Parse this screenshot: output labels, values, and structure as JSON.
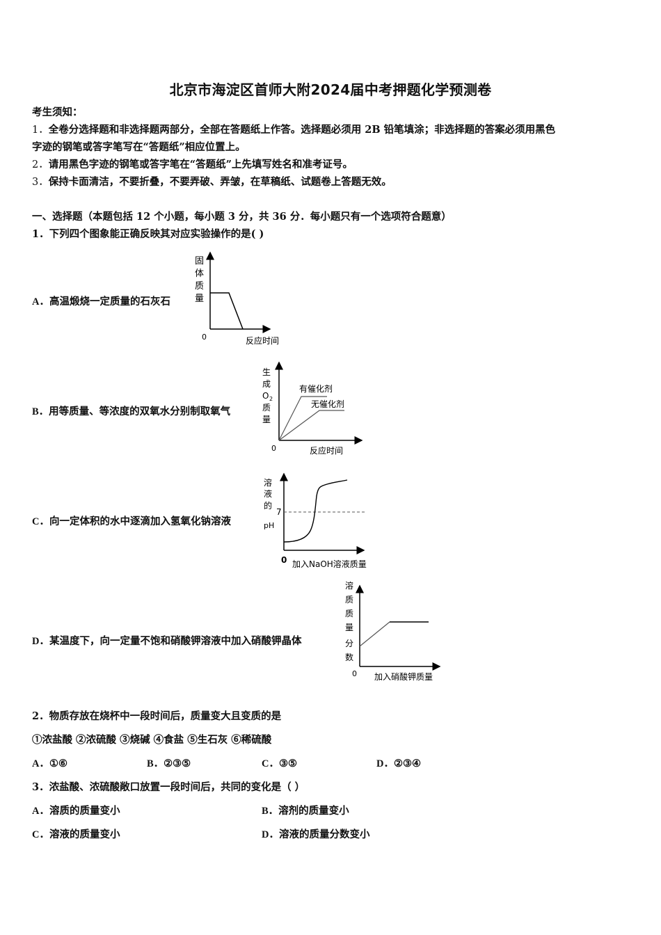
{
  "title": "北京市海淀区首师大附2024届中考押题化学预测卷",
  "notice": {
    "heading": "考生须知：",
    "items": [
      {
        "num": "1．",
        "text_line1": "全卷分选择题和非选择题两部分，全部在答题纸上作答。选择题必须用 2B 铅笔填涂；非选择题的答案必须用黑色",
        "text_line2": "字迹的钢笔或答字笔写在“答题纸”相应位置上。"
      },
      {
        "num": "2．",
        "text_line1": "请用黑色字迹的钢笔或答字笔在“答题纸”上先填写姓名和准考证号。"
      },
      {
        "num": "3．",
        "text_line1": "保持卡面清洁，不要折叠，不要弄破、弄皱，在草稿纸、试题卷上答题无效。"
      }
    ]
  },
  "section1": {
    "heading": "一、选择题（本题包括 12 个小题，每小题 3 分，共 36 分．每小题只有一个选项符合题意）"
  },
  "q1": {
    "stem": "1．下列四个图象能正确反映其对应实验操作的是( )",
    "options": [
      {
        "label": "A．",
        "text": "高温煅烧一定质量的石灰石"
      },
      {
        "label": "B．",
        "text": "用等质量、等浓度的双氧水分别制取氧气"
      },
      {
        "label": "C．",
        "text": "向一定体积的水中逐滴加入氢氧化钠溶液"
      },
      {
        "label": "D．",
        "text": "某温度下，向一定量不饱和硝酸钾溶液中加入硝酸钾晶体"
      }
    ]
  },
  "q2": {
    "stem": "2．物质存放在烧杯中一段时间后，质量变大且变质的是",
    "substances": "①浓盐酸 ②浓硫酸 ③烧碱 ④食盐 ⑤生石灰 ⑥稀硫酸",
    "options": [
      {
        "label": "A．",
        "text": "①⑥"
      },
      {
        "label": "B．",
        "text": "②③⑤"
      },
      {
        "label": "C．",
        "text": "③⑤"
      },
      {
        "label": "D．",
        "text": "②③④"
      }
    ]
  },
  "q3": {
    "stem": "3．浓盐酸、浓硫酸敞口放置一段时间后，共同的变化是（ ）",
    "options": [
      {
        "label": "A．",
        "text": "溶质的质量变小"
      },
      {
        "label": "B．",
        "text": "溶剂的质量变小"
      },
      {
        "label": "C．",
        "text": "溶液的质量变小"
      },
      {
        "label": "D．",
        "text": "溶液的质量分数变小"
      }
    ]
  },
  "chart_data": [
    {
      "type": "line",
      "title": "A",
      "ylabel": "固体质量",
      "xlabel": "反应时间",
      "origin": "0",
      "series": [
        {
          "name": "固体质量",
          "points": [
            [
              0,
              0.6
            ],
            [
              0.3,
              0.6
            ],
            [
              0.45,
              0
            ]
          ]
        }
      ]
    },
    {
      "type": "line",
      "title": "B",
      "ylabel": "生成O₂质量",
      "xlabel": "反应时间",
      "origin": "0",
      "series": [
        {
          "name": "有催化剂",
          "points": [
            [
              0,
              0
            ],
            [
              0.3,
              0.65
            ],
            [
              0.85,
              0.65
            ]
          ]
        },
        {
          "name": "无催化剂",
          "points": [
            [
              0,
              0
            ],
            [
              0.55,
              0.4
            ],
            [
              0.85,
              0.4
            ]
          ]
        }
      ]
    },
    {
      "type": "line",
      "title": "C",
      "ylabel": "溶液的pH",
      "xlabel": "加入NaOH溶液质量",
      "origin": "0",
      "reference_line": {
        "y": 7,
        "label": "7",
        "style": "dashed"
      },
      "series": [
        {
          "name": "pH",
          "shape": "S-curve rising from ~below 7 through 7 to above 7"
        }
      ]
    },
    {
      "type": "line",
      "title": "D",
      "ylabel": "溶质质量分数",
      "xlabel": "加入硝酸钾质量",
      "origin": "0",
      "series": [
        {
          "name": "溶质质量分数",
          "points": [
            [
              0,
              0.3
            ],
            [
              0.45,
              0.65
            ],
            [
              1,
              0.65
            ]
          ]
        }
      ]
    }
  ]
}
